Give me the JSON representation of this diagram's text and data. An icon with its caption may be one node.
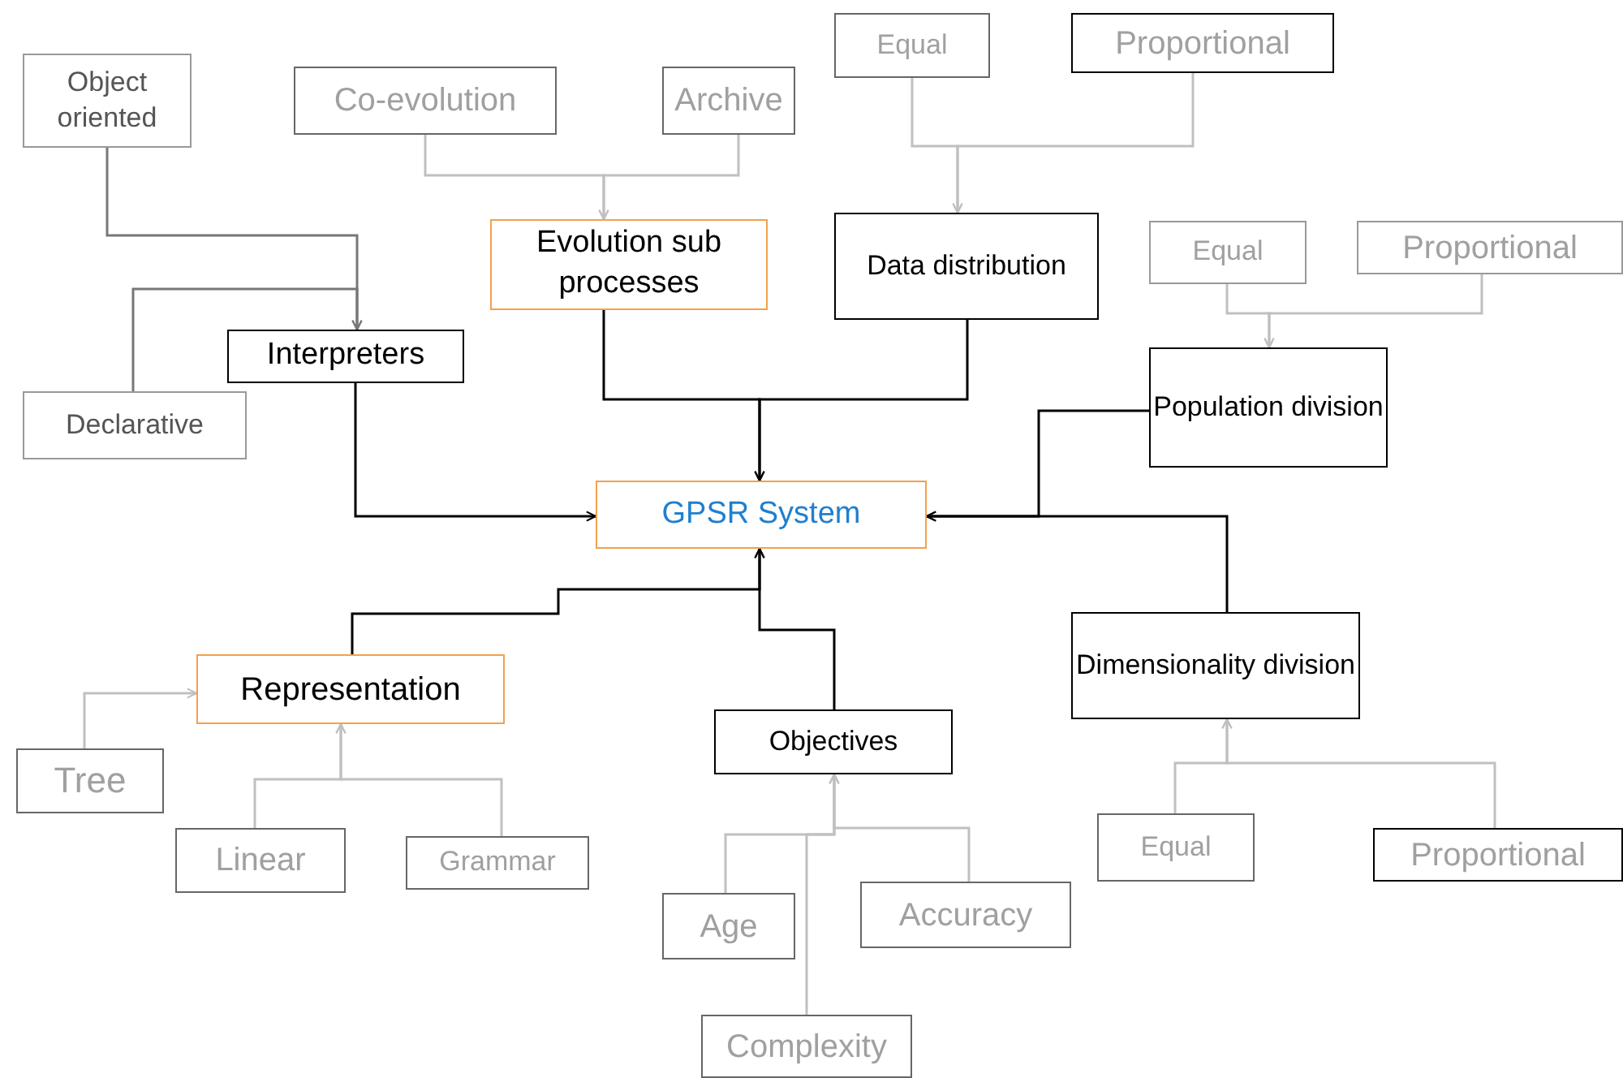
{
  "diagram": {
    "nodes": [
      {
        "text": [
          "Object oriented"
        ]
      },
      {
        "text": [
          "Co-evolution"
        ]
      },
      {
        "text": [
          "Archive"
        ]
      },
      {
        "text": [
          "Equal"
        ]
      },
      {
        "text": [
          "Proportional"
        ]
      },
      {
        "text": [
          "Evolution sub processes"
        ]
      },
      {
        "text": [
          "Data distribution"
        ]
      },
      {
        "text": [
          "Equal"
        ]
      },
      {
        "text": [
          "Proportional"
        ]
      },
      {
        "text": [
          "Interpreters"
        ]
      },
      {
        "text": [
          "Declarative"
        ]
      },
      {
        "text": [
          "Population division"
        ]
      },
      {
        "text": [
          "GPSR System"
        ]
      },
      {
        "text": [
          "Representation"
        ]
      },
      {
        "text": [
          "Dimensionality division"
        ]
      },
      {
        "text": [
          "Objectives"
        ]
      },
      {
        "text": [
          "Tree"
        ]
      },
      {
        "text": [
          "Linear"
        ]
      },
      {
        "text": [
          "Grammar"
        ]
      },
      {
        "text": [
          "Age"
        ]
      },
      {
        "text": [
          "Accuracy"
        ]
      },
      {
        "text": [
          "Equal"
        ]
      },
      {
        "text": [
          "Proportional"
        ]
      },
      {
        "text": [
          "Complexity"
        ]
      }
    ],
    "edges": [
      {
        "from": 0,
        "to": 9,
        "arrow": "to",
        "color": "#777777"
      },
      {
        "from": 10,
        "to": 9,
        "arrow": "to",
        "color": "#777777"
      },
      {
        "from": 1,
        "to": 5,
        "arrow": "to"
      },
      {
        "from": 2,
        "to": 5,
        "arrow": "to"
      },
      {
        "from": 3,
        "to": 6,
        "arrow": "to"
      },
      {
        "from": 4,
        "to": 6,
        "arrow": "to"
      },
      {
        "from": 7,
        "to": 11,
        "arrow": "to"
      },
      {
        "from": 8,
        "to": 11,
        "arrow": "to"
      },
      {
        "from": 5,
        "to": 12,
        "arrow": "to",
        "color": "#000000"
      },
      {
        "from": 6,
        "to": 12,
        "arrow": "to",
        "color": "#000000"
      },
      {
        "from": 9,
        "to": 12,
        "arrow": "to",
        "color": "#000000"
      },
      {
        "from": 11,
        "to": 12,
        "arrow": "to",
        "color": "#000000"
      },
      {
        "from": 14,
        "to": 12,
        "arrow": "to",
        "color": "#000000"
      },
      {
        "from": 13,
        "to": 12,
        "arrow": "to",
        "color": "#000000"
      },
      {
        "from": 15,
        "to": 12,
        "arrow": "to",
        "color": "#000000"
      },
      {
        "from": 16,
        "to": 13,
        "arrow": "to"
      },
      {
        "from": 17,
        "to": 13,
        "arrow": "to"
      },
      {
        "from": 18,
        "to": 13,
        "arrow": "to"
      },
      {
        "from": 19,
        "to": 15,
        "arrow": "to"
      },
      {
        "from": 20,
        "to": 15,
        "arrow": "to"
      },
      {
        "from": 23,
        "to": 15,
        "arrow": "to"
      },
      {
        "from": 21,
        "to": 14,
        "arrow": "to"
      },
      {
        "from": 22,
        "to": 14,
        "arrow": "to"
      }
    ]
  }
}
